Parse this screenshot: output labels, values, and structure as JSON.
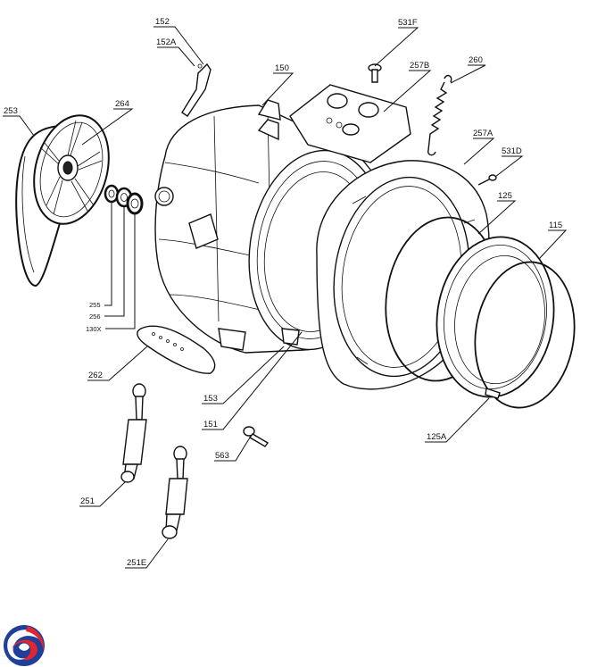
{
  "callouts": {
    "c152": "152",
    "c152a": "152A",
    "c150": "150",
    "c531f": "531F",
    "c257b": "257B",
    "c260": "260",
    "c253": "253",
    "c264": "264",
    "c257a": "257A",
    "c531d": "531D",
    "c125": "125",
    "c115": "115",
    "c255": "255",
    "c256": "256",
    "c130x": "130X",
    "c262": "262",
    "c153": "153",
    "c151": "151",
    "c563": "563",
    "c251": "251",
    "c125a": "125A",
    "c251e": "251E"
  },
  "logo": {
    "name": "brand-swirl-logo",
    "colors": [
      "#1f3f9a",
      "#e2262f"
    ]
  }
}
